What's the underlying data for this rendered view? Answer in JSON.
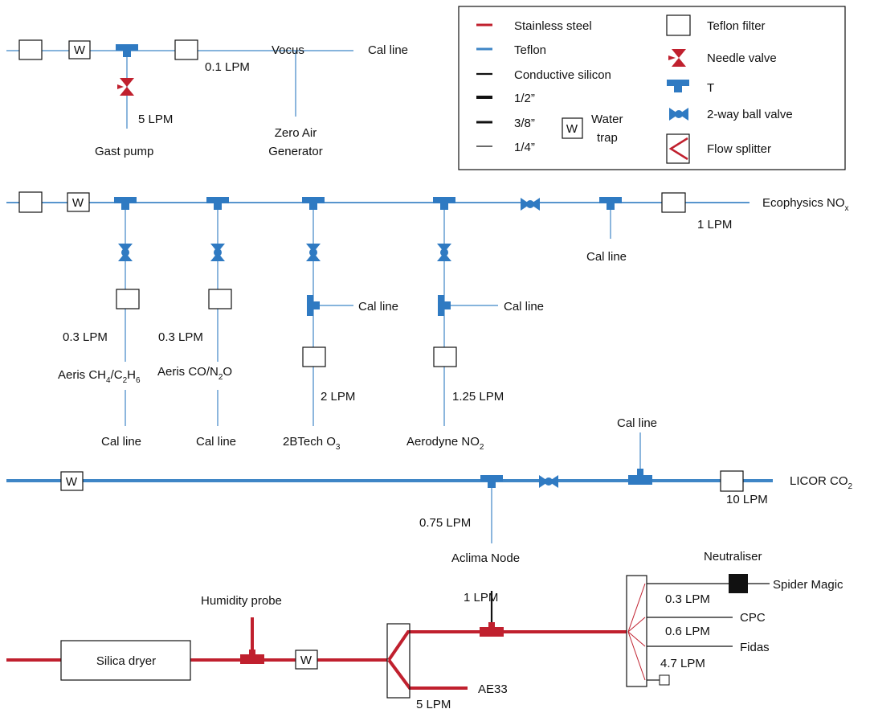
{
  "colors": {
    "teflon": "#3f86c6",
    "stainless": "#c0202e",
    "fitting_blue": "#2f7ac2",
    "black": "#111111"
  },
  "legend": {
    "stainless": "Stainless steel",
    "teflon": "Teflon",
    "conductive": "Conductive silicon",
    "half": "1/2”",
    "three_eighths": "3/8”",
    "quarter": "1/4”",
    "water_trap_1": "Water",
    "water_trap_2": "trap",
    "teflon_filter": "Teflon filter",
    "needle_valve": "Needle valve",
    "tee": "T",
    "ball_valve": "2-way ball valve",
    "flow_splitter": "Flow splitter"
  },
  "water_trap_symbol": "W",
  "icons": [
    "filter-icon",
    "water-trap-icon",
    "tee-icon",
    "needle-valve-icon",
    "ball-valve-icon",
    "flow-splitter-icon",
    "neutraliser-icon"
  ],
  "section1": {
    "flow": "0.1 LPM",
    "vocus": "Vocus",
    "cal_line": "Cal line",
    "pump_flow": "5 LPM",
    "pump": "Gast pump",
    "zero_air_1": "Zero Air",
    "zero_air_2": "Generator"
  },
  "section2": {
    "ecophysics": "Ecophysics NO",
    "ecophysics_sub": "x",
    "eco_flow": "1 LPM",
    "cal_line_right": "Cal line",
    "aeris1_flow": "0.3 LPM",
    "aeris1_name": [
      "Aeris CH",
      "4",
      "/C",
      "2",
      "H",
      "6"
    ],
    "aeris1_cal": "Cal line",
    "aeris2_flow": "0.3 LPM",
    "aeris2_name": [
      "Aeris CO/N",
      "2",
      "O"
    ],
    "aeris2_cal": "Cal line",
    "btech_cal": "Cal line",
    "btech_flow": "2 LPM",
    "btech_name": [
      "2BTech O",
      "3"
    ],
    "aerodyne_cal": "Cal line",
    "aerodyne_flow": "1.25 LPM",
    "aerodyne_name": [
      "Aerodyne NO",
      "2"
    ]
  },
  "section3": {
    "cal_line": "Cal line",
    "licor": [
      "LICOR CO",
      "2"
    ],
    "licor_flow": "10 LPM",
    "aclima_flow": "0.75 LPM",
    "aclima": "Aclima Node"
  },
  "section4": {
    "silica": "Silica dryer",
    "humidity": "Humidity probe",
    "aclima_flow": "1 LPM",
    "ae33": "AE33",
    "ae33_flow": "5 LPM",
    "neutraliser": "Neutraliser",
    "spider": "Spider Magic",
    "spider_flow": "0.3 LPM",
    "cpc": "CPC",
    "cpc_flow": "0.6 LPM",
    "fidas": "Fidas",
    "fidas_flow": "4.7 LPM"
  }
}
